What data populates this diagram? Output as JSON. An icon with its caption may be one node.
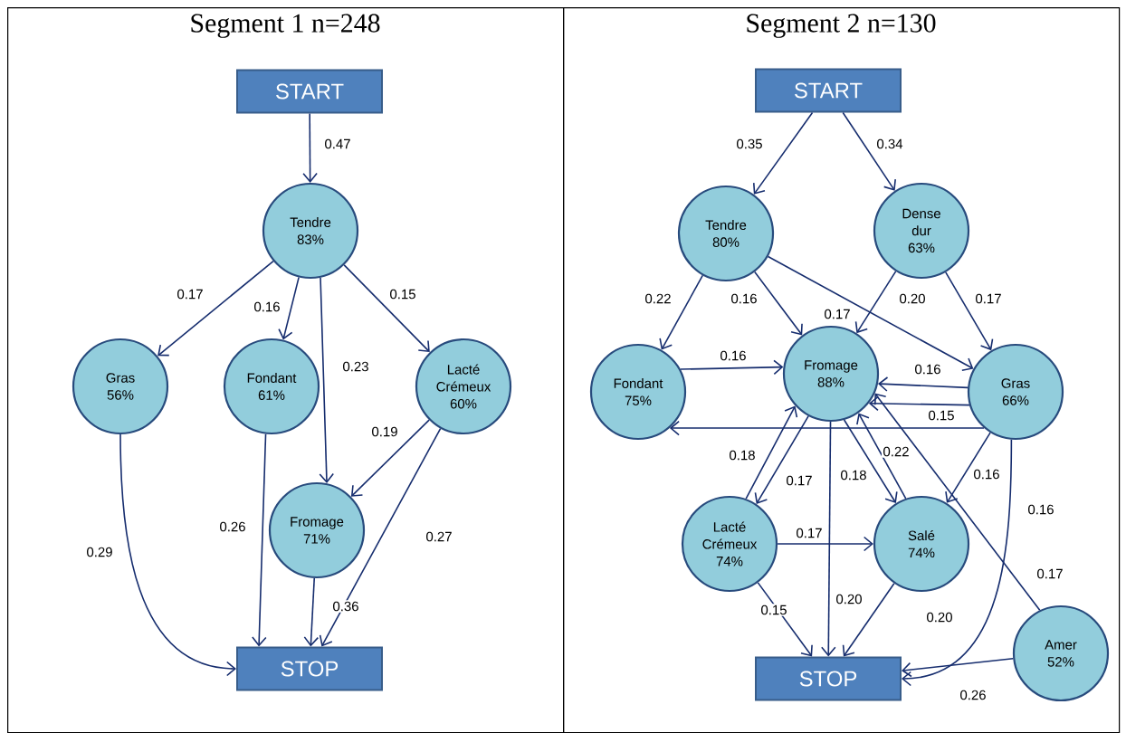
{
  "diagram": {
    "nodes": [
      {
        "text": [
          "Segment 1 n=248"
        ]
      },
      {
        "text": [
          "START"
        ],
        "in": 0
      },
      {
        "text": [
          "Tendre",
          "83%"
        ],
        "in": 0
      },
      {
        "text": [
          "Gras",
          "56%"
        ],
        "in": 0
      },
      {
        "text": [
          "Fondant",
          "61%"
        ],
        "in": 0
      },
      {
        "text": [
          "Lacté Crémeux",
          "60%"
        ],
        "in": 0
      },
      {
        "text": [
          "Fromage",
          "71%"
        ],
        "in": 0
      },
      {
        "text": [
          "STOP"
        ],
        "in": 0
      },
      {
        "text": [
          "Segment 2 n=130"
        ]
      },
      {
        "text": [
          "START"
        ],
        "in": 8
      },
      {
        "text": [
          "Tendre",
          "80%"
        ],
        "in": 8
      },
      {
        "text": [
          "Dense dur",
          "63%"
        ],
        "in": 8
      },
      {
        "text": [
          "Fondant",
          "75%"
        ],
        "in": 8
      },
      {
        "text": [
          "Fromage",
          "88%"
        ],
        "in": 8
      },
      {
        "text": [
          "Gras",
          "66%"
        ],
        "in": 8
      },
      {
        "text": [
          "Lacté Crémeux",
          "74%"
        ],
        "in": 8
      },
      {
        "text": [
          "Salé",
          "74%"
        ],
        "in": 8
      },
      {
        "text": [
          "Amer",
          "52%"
        ],
        "in": 8
      },
      {
        "text": [
          "STOP"
        ],
        "in": 8
      }
    ],
    "edges": [
      {
        "from": 1,
        "to": 2,
        "arrow": "to",
        "label": "0.47"
      },
      {
        "from": 2,
        "to": 3,
        "arrow": "to",
        "label": "0.17"
      },
      {
        "from": 2,
        "to": 4,
        "arrow": "to",
        "label": "0.16"
      },
      {
        "from": 2,
        "to": 6,
        "arrow": "to",
        "label": "0.23"
      },
      {
        "from": 2,
        "to": 5,
        "arrow": "to",
        "label": "0.15"
      },
      {
        "from": 5,
        "to": 6,
        "arrow": "to",
        "label": "0.19"
      },
      {
        "from": 3,
        "to": 7,
        "arrow": "to",
        "label": "0.29"
      },
      {
        "from": 4,
        "to": 7,
        "arrow": "to",
        "label": "0.26"
      },
      {
        "from": 6,
        "to": 7,
        "arrow": "to",
        "label": "0.36"
      },
      {
        "from": 5,
        "to": 7,
        "arrow": "to",
        "label": "0.27"
      },
      {
        "from": 9,
        "to": 10,
        "arrow": "to",
        "label": "0.35"
      },
      {
        "from": 9,
        "to": 11,
        "arrow": "to",
        "label": "0.34"
      },
      {
        "from": 10,
        "to": 12,
        "arrow": "to",
        "label": "0.22"
      },
      {
        "from": 10,
        "to": 13,
        "arrow": "to",
        "label": "0.16"
      },
      {
        "from": 10,
        "to": 14,
        "arrow": "to",
        "label": "0.17"
      },
      {
        "from": 11,
        "to": 13,
        "arrow": "to",
        "label": "0.20"
      },
      {
        "from": 11,
        "to": 14,
        "arrow": "to",
        "label": "0.17"
      },
      {
        "from": 12,
        "to": 13,
        "arrow": "to",
        "label": "0.16"
      },
      {
        "from": 14,
        "to": 13,
        "arrow": "to",
        "label": "0.16"
      },
      {
        "from": 14,
        "to": 13,
        "arrow": "to"
      },
      {
        "from": 14,
        "to": 12,
        "arrow": "to",
        "label": "0.15"
      },
      {
        "from": 15,
        "to": 13,
        "arrow": "to",
        "label": "0.18"
      },
      {
        "from": 13,
        "to": 15,
        "arrow": "to",
        "label": "0.17"
      },
      {
        "from": 13,
        "to": 16,
        "arrow": "to",
        "label": "0.18"
      },
      {
        "from": 16,
        "to": 13,
        "arrow": "to",
        "label": "0.22"
      },
      {
        "from": 14,
        "to": 16,
        "arrow": "to",
        "label": "0.16"
      },
      {
        "from": 14,
        "to": 18,
        "arrow": "to",
        "label": "0.16"
      },
      {
        "from": 17,
        "to": 13,
        "arrow": "to",
        "label": "0.17"
      },
      {
        "from": 13,
        "to": 18,
        "arrow": "to",
        "label": "0.20"
      },
      {
        "from": 15,
        "to": 16,
        "arrow": "to",
        "label": "0.17"
      },
      {
        "from": 15,
        "to": 18,
        "arrow": "to",
        "label": "0.15"
      },
      {
        "from": 16,
        "to": 18,
        "arrow": "to",
        "label": "0.20"
      },
      {
        "from": 17,
        "to": 18,
        "arrow": "to",
        "label": "0.26"
      }
    ]
  }
}
